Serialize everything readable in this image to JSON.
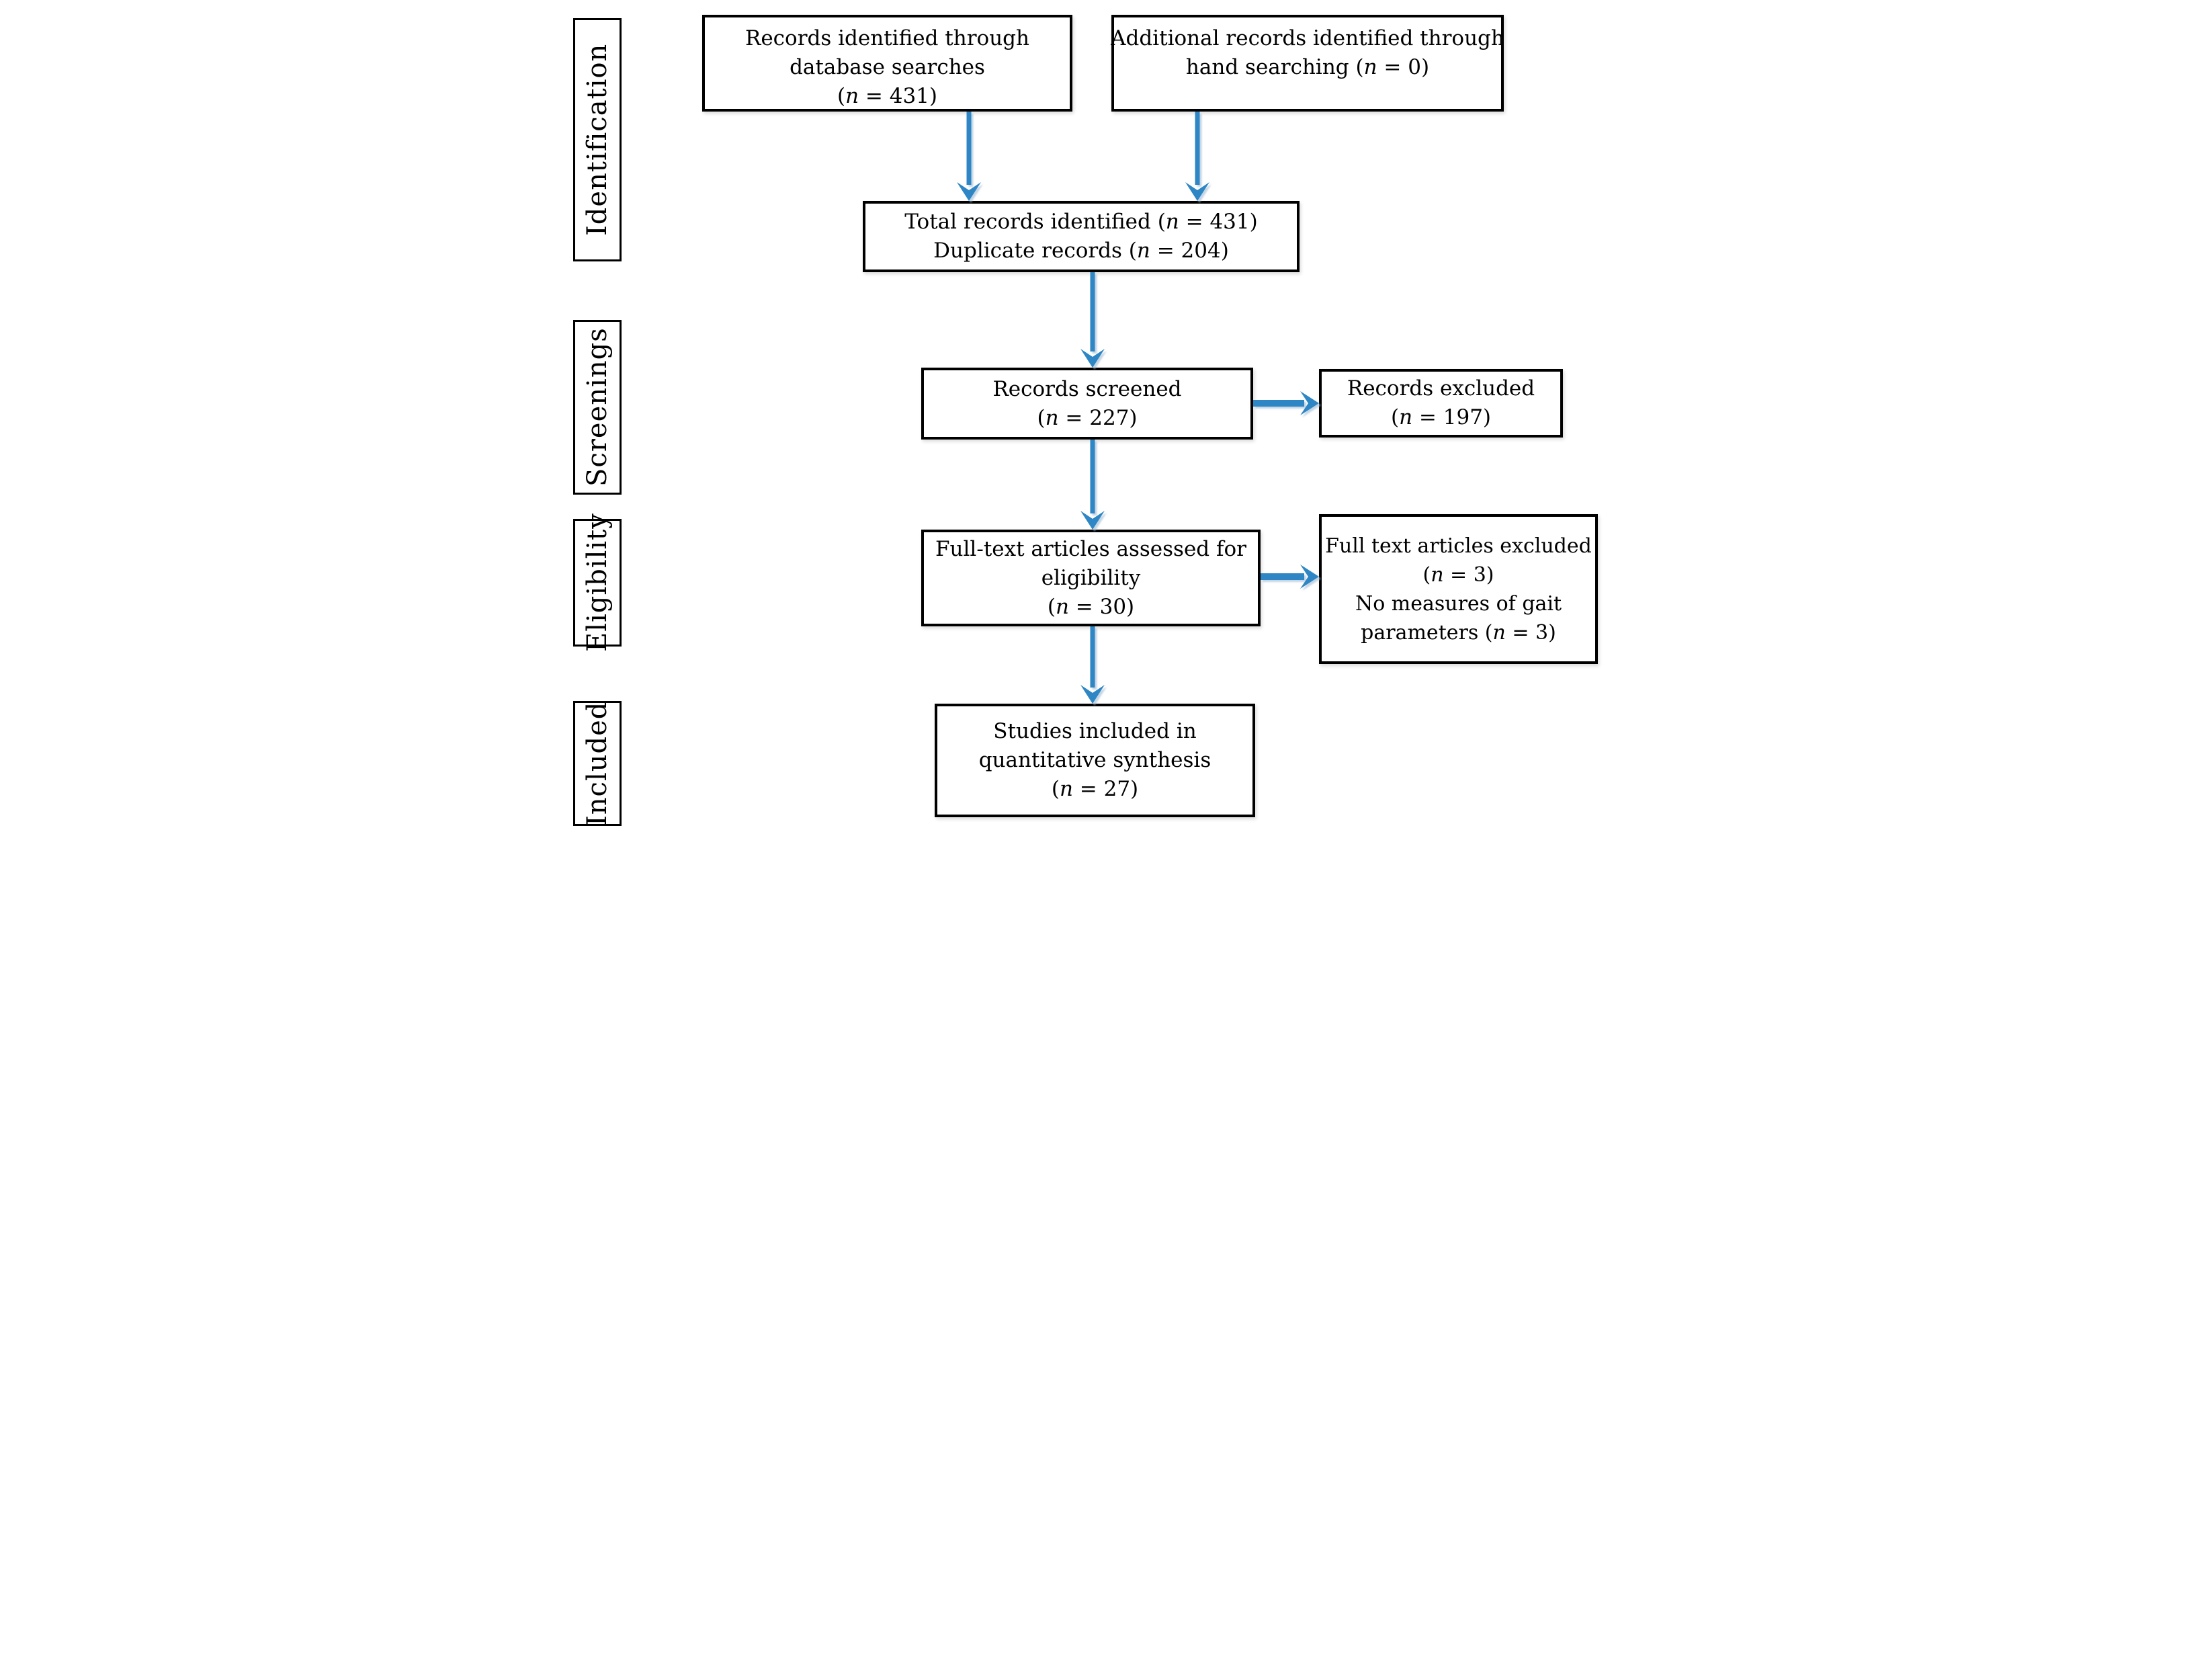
{
  "figure": {
    "background": "#ffffff",
    "border_color": "#000000",
    "arrow_color": "#2E86C4",
    "arrow_fringe_color": "#BDD7EE"
  },
  "stages": [
    {
      "label": "Identification"
    },
    {
      "label": "Screenings"
    },
    {
      "label": "Eligibility"
    },
    {
      "label": "Included"
    }
  ],
  "boxes": {
    "db_records": {
      "lines": [
        "Records identified through",
        "database searches",
        "(n = 431)"
      ]
    },
    "hand_records": {
      "lines": [
        "Additional records identified through",
        "hand searching (n = 0)"
      ]
    },
    "total_records": {
      "lines": [
        "Total records identified (n = 431)",
        "Duplicate records (n = 204)"
      ]
    },
    "screened": {
      "lines": [
        "Records screened",
        "(n = 227)"
      ]
    },
    "records_excluded": {
      "lines": [
        "Records excluded",
        "(n = 197)"
      ]
    },
    "fulltext_assessed": {
      "lines": [
        "Full-text articles assessed for",
        "eligibility",
        "(n = 30)"
      ]
    },
    "fulltext_excluded": {
      "lines": [
        "Full text articles excluded",
        "(n = 3)",
        "No measures of gait",
        "parameters (n = 3)"
      ]
    },
    "included_studies": {
      "lines": [
        "Studies included in",
        "quantitative synthesis",
        "(n = 27)"
      ]
    }
  }
}
